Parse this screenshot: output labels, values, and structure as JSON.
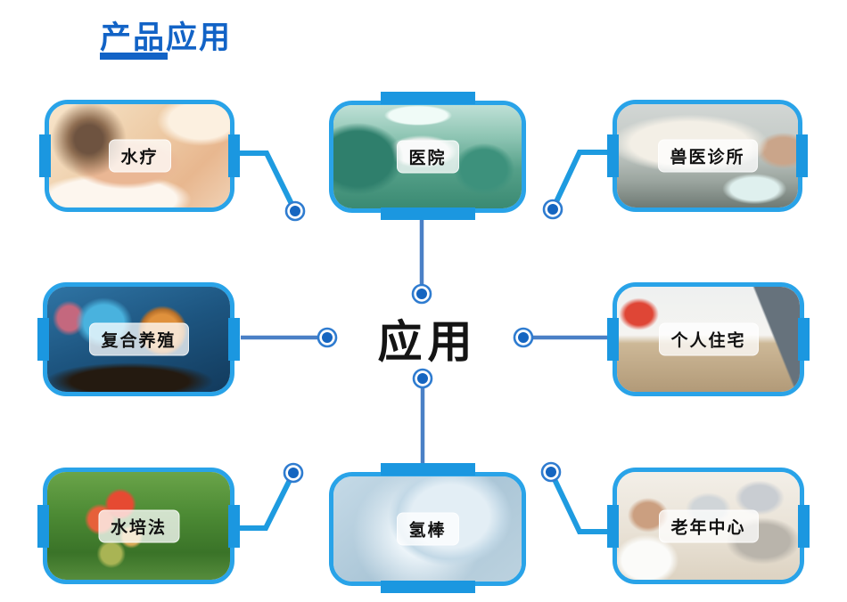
{
  "header": {
    "title": "产品应用"
  },
  "center": {
    "label": "应用"
  },
  "cards": [
    {
      "label": "水疗",
      "photo": "spa-massage-photo"
    },
    {
      "label": "医院",
      "photo": "hospital-operating-room-photo"
    },
    {
      "label": "兽医诊所",
      "photo": "veterinary-clinic-photo"
    },
    {
      "label": "复合养殖",
      "photo": "aquarium-fish-farming-photo"
    },
    {
      "label": "个人住宅",
      "photo": "home-interior-photo"
    },
    {
      "label": "水培法",
      "photo": "hydroponic-tomatoes-photo"
    },
    {
      "label": "氢棒",
      "photo": "hydrogen-rod-photo"
    },
    {
      "label": "老年中心",
      "photo": "senior-care-center-photo"
    }
  ],
  "colors": {
    "header_blue": "#1263c6",
    "card_border_blue": "#29a3e8",
    "tab_blue": "#1b97e0",
    "straight_line_blue": "#4a80c6",
    "elbow_line_blue": "#1e9be0",
    "dot_fill_blue": "#1565c0",
    "dot_ring_blue": "#2f7cd0"
  }
}
